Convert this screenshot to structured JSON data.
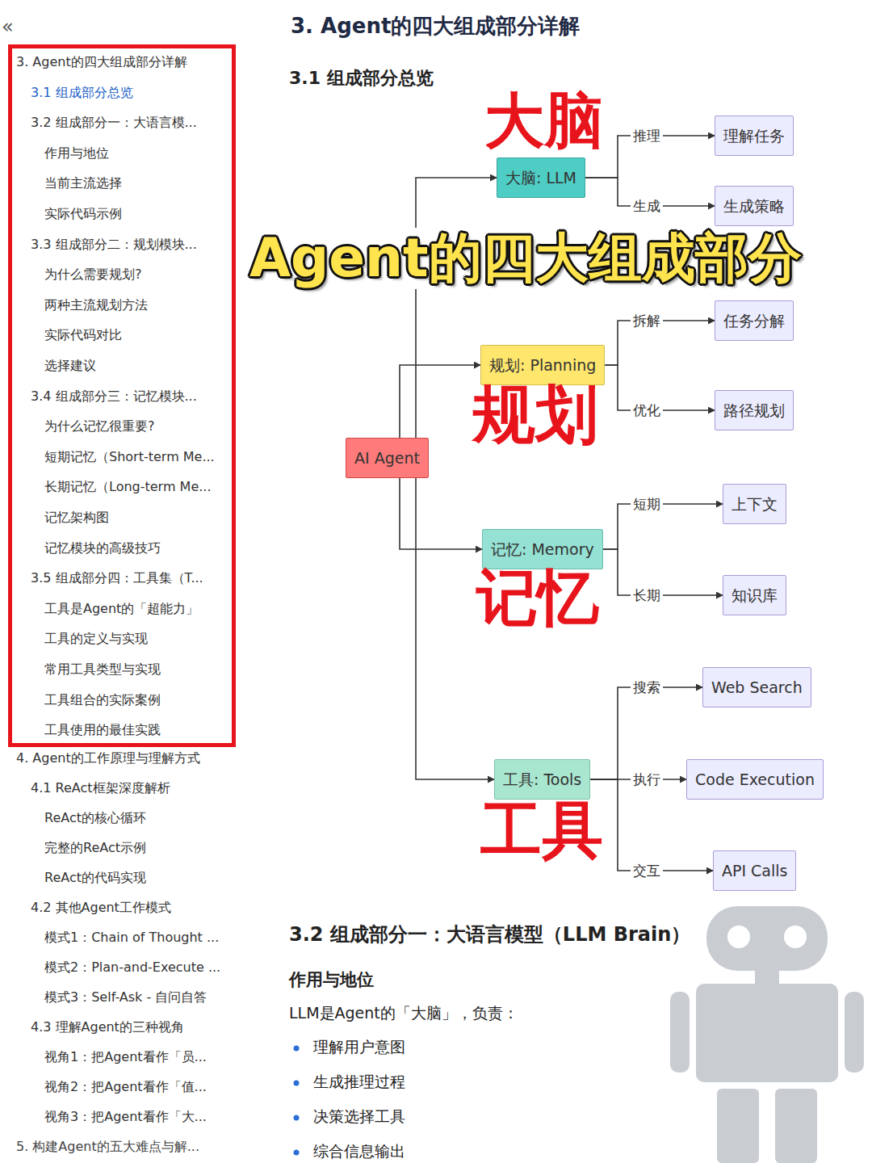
{
  "diagram": {
    "title": "3. Agent的四大组成部分详解",
    "nodes": [
      {
        "text": [
          "3. Agent的四大组成部分详解",
          "3.1 组成部分总览",
          "3.2 组成部分一：大语言模...",
          "作用与地位",
          "当前主流选择",
          "实际代码示例",
          "3.3 组成部分二：规划模块...",
          "为什么需要规划?",
          "两种主流规划方法",
          "实际代码对比",
          "选择建议",
          "3.4 组成部分三：记忆模块...",
          "为什么记忆很重要?",
          "短期记忆（Short-term Me...",
          "长期记忆（Long-term Me...",
          "记忆架构图",
          "记忆模块的高级技巧",
          "3.5 组成部分四：工具集（T...",
          "工具是Agent的「超能力」",
          "工具的定义与实现",
          "常用工具类型与实现",
          "工具组合的实际案例",
          "工具使用的最佳实践"
        ]
      },
      {
        "text": [
          "AI Agent"
        ]
      },
      {
        "text": [
          "大脑: LLM"
        ]
      },
      {
        "text": [
          "理解任务"
        ]
      },
      {
        "text": [
          "生成策略"
        ]
      },
      {
        "text": [
          "规划: Planning"
        ]
      },
      {
        "text": [
          "任务分解"
        ]
      },
      {
        "text": [
          "路径规划"
        ]
      },
      {
        "text": [
          "记忆: Memory"
        ]
      },
      {
        "text": [
          "上下文"
        ]
      },
      {
        "text": [
          "知识库"
        ]
      },
      {
        "text": [
          "工具: Tools"
        ]
      },
      {
        "text": [
          "Web Search"
        ]
      },
      {
        "text": [
          "Code Execution"
        ]
      },
      {
        "text": [
          "API Calls"
        ]
      }
    ],
    "edges": [
      {
        "from": 1,
        "to": 2,
        "arrow": "to"
      },
      {
        "from": 1,
        "to": 5,
        "arrow": "to"
      },
      {
        "from": 1,
        "to": 8,
        "arrow": "to"
      },
      {
        "from": 1,
        "to": 11,
        "arrow": "to"
      },
      {
        "from": 2,
        "to": 3,
        "label": "推理",
        "arrow": "to"
      },
      {
        "from": 2,
        "to": 4,
        "label": "生成",
        "arrow": "to"
      },
      {
        "from": 5,
        "to": 6,
        "label": "拆解",
        "arrow": "to"
      },
      {
        "from": 5,
        "to": 7,
        "label": "优化",
        "arrow": "to"
      },
      {
        "from": 8,
        "to": 9,
        "label": "短期",
        "arrow": "to"
      },
      {
        "from": 8,
        "to": 10,
        "label": "长期",
        "arrow": "to"
      },
      {
        "from": 11,
        "to": 12,
        "label": "搜索",
        "arrow": "to"
      },
      {
        "from": 11,
        "to": 13,
        "label": "执行",
        "arrow": "to"
      },
      {
        "from": 11,
        "to": 14,
        "label": "交互",
        "arrow": "to"
      }
    ],
    "labels": [
      "«",
      "4. Agent的工作原理与理解方式",
      "4.1 ReAct框架深度解析",
      "ReAct的核心循环",
      "完整的ReAct示例",
      "ReAct的代码实现",
      "4.2 其他Agent工作模式",
      "模式1：Chain of Thought ...",
      "模式2：Plan-and-Execute ...",
      "模式3：Self-Ask - 自问自答",
      "4.3 理解Agent的三种视角",
      "视角1：把Agent看作「员...",
      "视角2：把Agent看作「值...",
      "视角3：把Agent看作「大...",
      "5. 构建Agent的五大难点与解...",
      "3.1 组成部分总览",
      "大脑",
      "Agent的四大组成部分",
      "规划",
      "记忆",
      "工具",
      "3.2 组成部分一：大语言模型（LLM Brain）",
      "作用与地位",
      "LLM是Agent的「大脑」，负责：",
      "理解用户意图",
      "生成推理过程",
      "决策选择工具",
      "综合信息输出"
    ]
  }
}
